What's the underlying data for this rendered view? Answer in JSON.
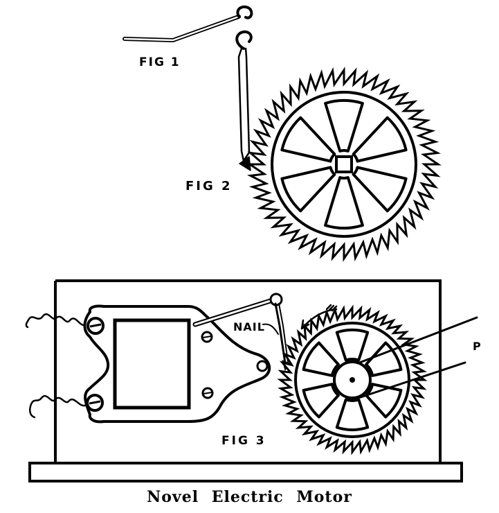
{
  "labels": {
    "fig1": "FIG 1",
    "fig2": "FIG 2",
    "fig3": "FIG 3",
    "nail": "NAIL",
    "p": "P"
  },
  "caption": "Novel Electric Motor",
  "colors": {
    "ink": "#000000",
    "paper": "#ffffff"
  },
  "ratchet_wheel": {
    "teeth": 52,
    "spokes": 6
  }
}
